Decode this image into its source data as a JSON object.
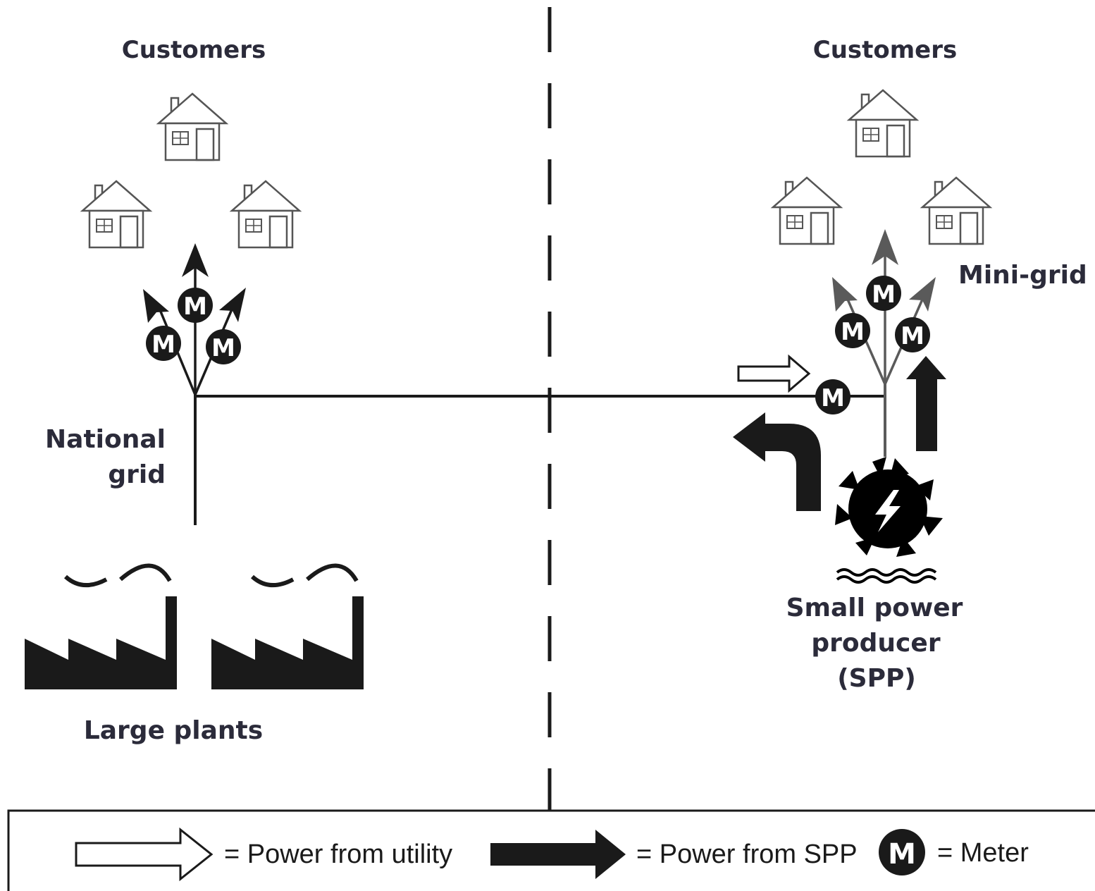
{
  "left": {
    "customers_label": "Customers",
    "grid_label_line1": "National",
    "grid_label_line2": "grid",
    "plants_label": "Large plants"
  },
  "right": {
    "customers_label": "Customers",
    "minigrid_label": "Mini-grid",
    "spp_label_line1": "Small power",
    "spp_label_line2": "producer",
    "spp_label_line3": "(SPP)"
  },
  "meter_letter": "M",
  "legend": {
    "utility_label": "= Power from utility",
    "spp_label": "= Power from SPP",
    "meter_symbol": "M",
    "meter_label": "= Meter"
  },
  "icons": {
    "house": "house-icon",
    "factory": "factory-icon",
    "turbine": "hydro-turbine-icon",
    "meter": "meter-icon"
  },
  "colors": {
    "ink": "#1a1a1a",
    "label": "#2b2b3a",
    "house_stroke": "#555555",
    "minigrid_arrow": "#5a5a5a"
  }
}
